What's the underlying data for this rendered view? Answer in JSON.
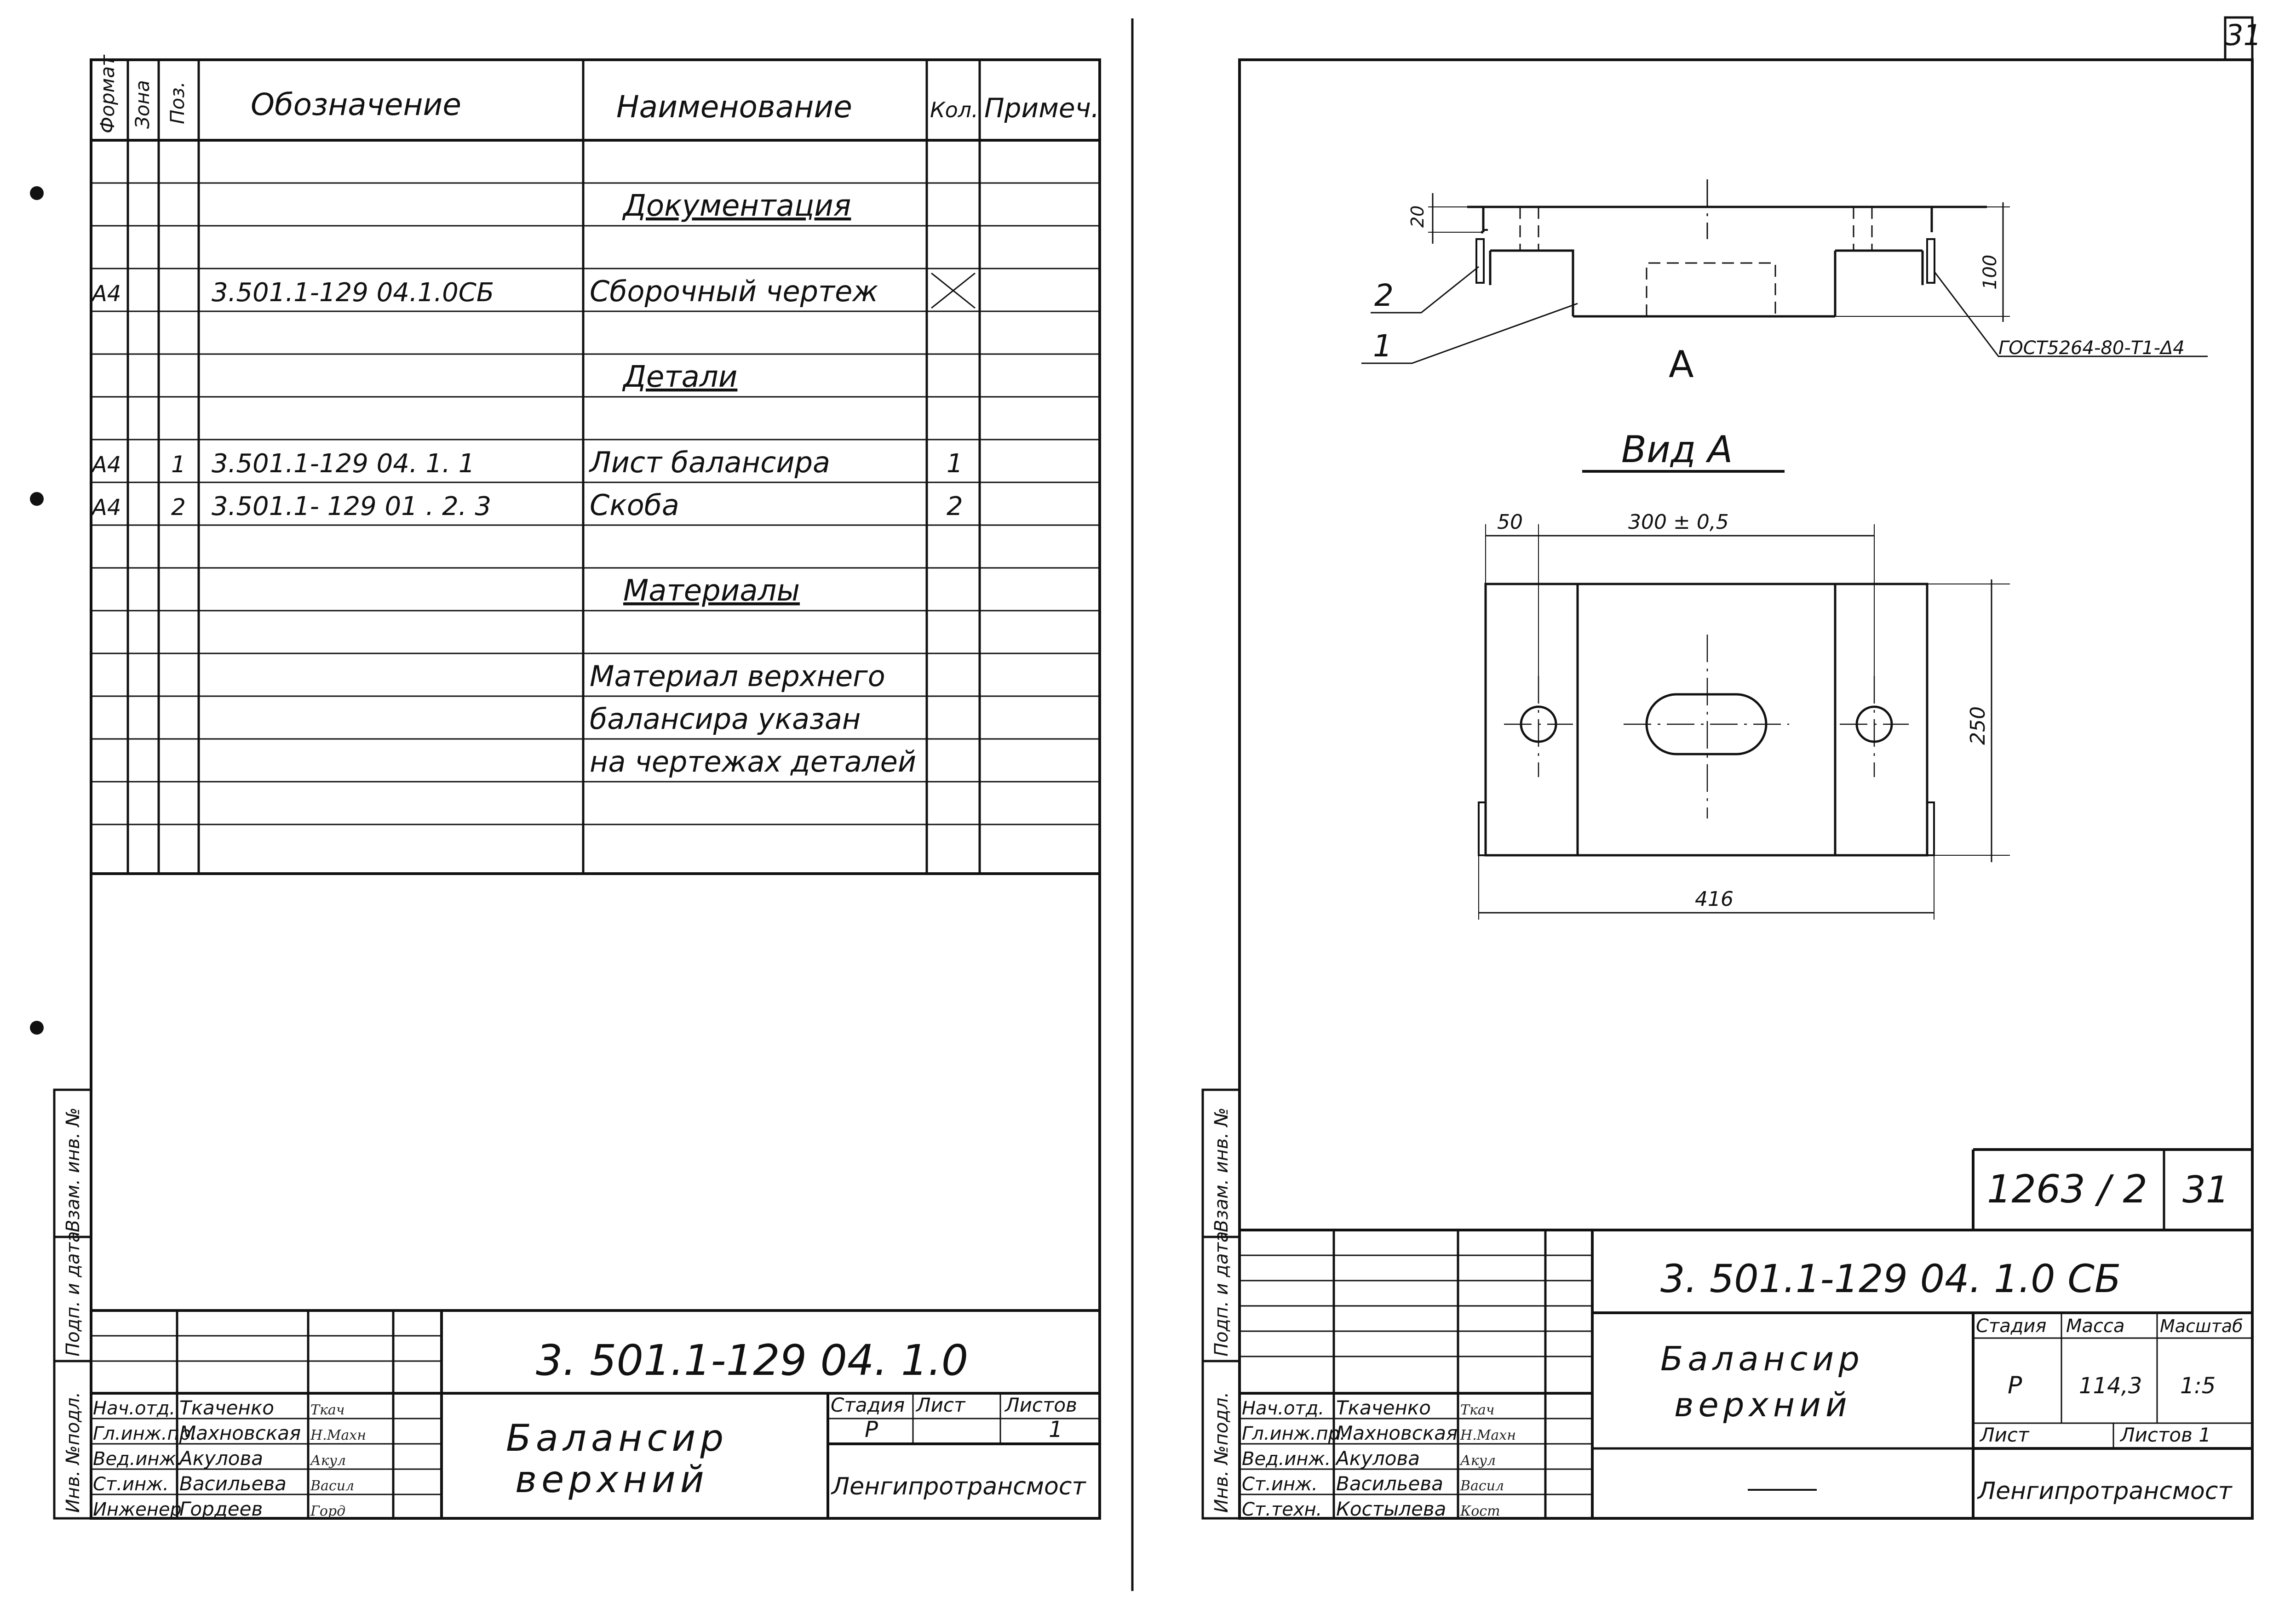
{
  "page_number": "31",
  "spec": {
    "headers": [
      "Формат",
      "Зона",
      "Поз.",
      "Обозначение",
      "Наименование",
      "Кол.",
      "Примеч."
    ],
    "rows": [
      {
        "format": "",
        "zone": "",
        "pos": "",
        "designation": "",
        "name": "",
        "qty": ""
      },
      {
        "format": "",
        "zone": "",
        "pos": "",
        "designation": "",
        "name": "Документация",
        "qty": ""
      },
      {
        "format": "",
        "zone": "",
        "pos": "",
        "designation": "",
        "name": "",
        "qty": ""
      },
      {
        "format": "А4",
        "zone": "",
        "pos": "",
        "designation": "3.501.1-129  04.1.0СБ",
        "name": "Сборочный чертеж",
        "qty": ""
      },
      {
        "format": "",
        "zone": "",
        "pos": "",
        "designation": "",
        "name": "",
        "qty": ""
      },
      {
        "format": "",
        "zone": "",
        "pos": "",
        "designation": "",
        "name": "Детали",
        "qty": ""
      },
      {
        "format": "",
        "zone": "",
        "pos": "",
        "designation": "",
        "name": "",
        "qty": ""
      },
      {
        "format": "А4",
        "zone": "",
        "pos": "1",
        "designation": "3.501.1-129  04. 1. 1",
        "name": "Лист балансира",
        "qty": "1"
      },
      {
        "format": "А4",
        "zone": "",
        "pos": "2",
        "designation": "3.501.1- 129 01 . 2. 3",
        "name": "Скоба",
        "qty": "2"
      },
      {
        "format": "",
        "zone": "",
        "pos": "",
        "designation": "",
        "name": "",
        "qty": ""
      },
      {
        "format": "",
        "zone": "",
        "pos": "",
        "designation": "",
        "name": "Материалы",
        "qty": ""
      },
      {
        "format": "",
        "zone": "",
        "pos": "",
        "designation": "",
        "name": "",
        "qty": ""
      },
      {
        "format": "",
        "zone": "",
        "pos": "",
        "designation": "",
        "name": "Материал верхнего",
        "qty": ""
      },
      {
        "format": "",
        "zone": "",
        "pos": "",
        "designation": "",
        "name": "балансира указан",
        "qty": ""
      },
      {
        "format": "",
        "zone": "",
        "pos": "",
        "designation": "",
        "name": "на чертежах деталей",
        "qty": ""
      }
    ]
  },
  "side_labels": [
    "Инв. №подл.",
    "Подп. и дата",
    "Взам. инв. №"
  ],
  "left_stamp": {
    "doc_code": "3. 501.1-129 04. 1.0",
    "title_line1": "Балансир",
    "title_line2": "верхний",
    "col_stage": "Стадия",
    "col_sheet": "Лист",
    "col_sheets": "Листов",
    "stage": "Р",
    "sheet": "",
    "sheets": "1",
    "org": "Ленгипротрансмост",
    "roles": [
      {
        "role": "Нач.отд.",
        "name": "Ткаченко",
        "sign": "Ткач"
      },
      {
        "role": "Гл.инж.пр.",
        "name": "Махновская",
        "sign": "Н.Махн"
      },
      {
        "role": "Вед.инж.",
        "name": "Акулова",
        "sign": "Акул"
      },
      {
        "role": "Ст.инж.",
        "name": "Васильева",
        "sign": "Васил"
      },
      {
        "role": "Инженер",
        "name": "Гордеев",
        "sign": "Горд"
      }
    ]
  },
  "drawing": {
    "pos_1": "1",
    "pos_2": "2",
    "view_mark": "А",
    "view_title": "Вид А",
    "weld_note": "ГОСТ5264-80-Т1-Δ4",
    "dim_20": "20",
    "dim_100": "100",
    "dim_50": "50",
    "dim_300": "300 ± 0,5",
    "dim_250": "250",
    "dim_416": "416"
  },
  "right_stamp": {
    "album": "1263 / 2",
    "album_sheet": "31",
    "doc_code": "3. 501.1-129 04. 1.0 СБ",
    "title_line1": "Балансир",
    "title_line2": "верхний",
    "col_stage": "Стадия",
    "col_mass": "Масса",
    "col_scale": "Масштаб",
    "stage": "Р",
    "mass": "114,3",
    "scale": "1:5",
    "sheet_label": "Лист",
    "sheets_label": "Листов 1",
    "org": "Ленгипротрансмост",
    "roles": [
      {
        "role": "Нач.отд.",
        "name": "Ткаченко",
        "sign": "Ткач"
      },
      {
        "role": "Гл.инж.пр.",
        "name": "Махновская",
        "sign": "Н.Махн"
      },
      {
        "role": "Вед.инж.",
        "name": "Акулова",
        "sign": "Акул"
      },
      {
        "role": "Ст.инж.",
        "name": "Васильева",
        "sign": "Васил"
      },
      {
        "role": "Ст.техн.",
        "name": "Костылева",
        "sign": "Кост"
      }
    ]
  }
}
